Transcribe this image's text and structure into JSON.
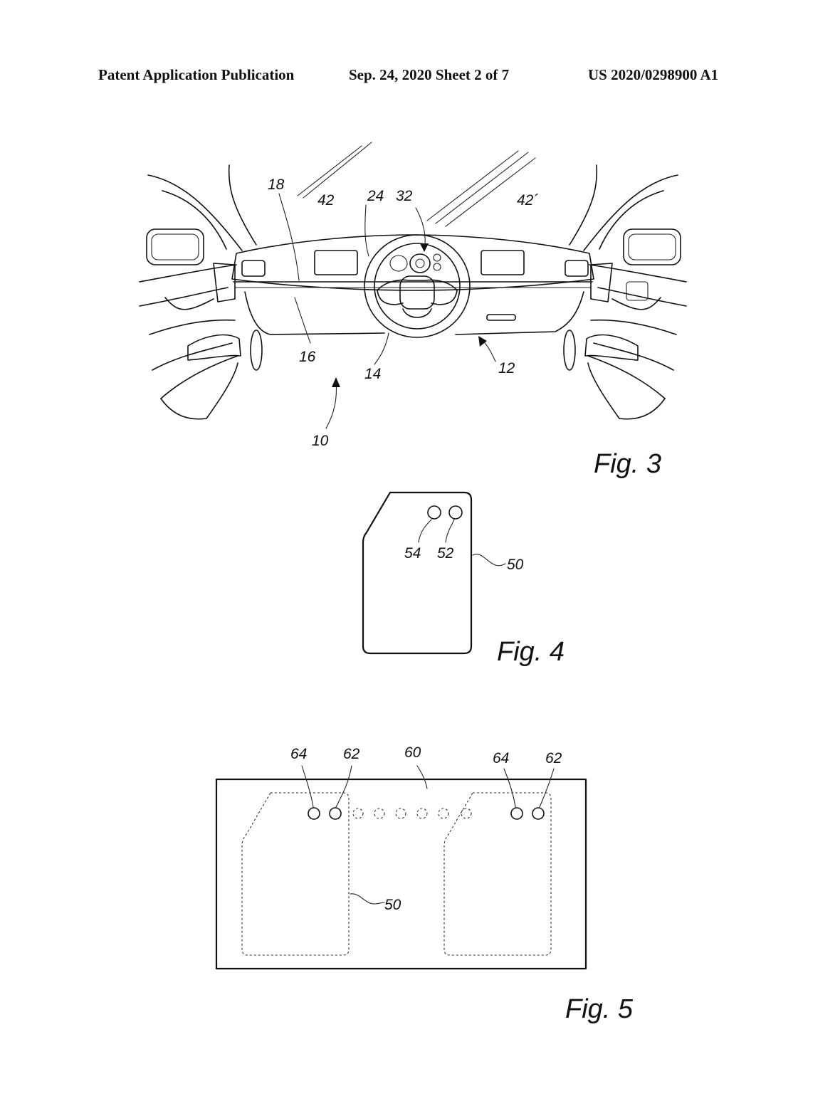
{
  "header": {
    "left": "Patent Application Publication",
    "middle": "Sep. 24, 2020   Sheet 2 of 7",
    "right": "US 2020/0298900 A1"
  },
  "fig3": {
    "label": "Fig. 3",
    "refs": {
      "r18": "18",
      "r42": "42",
      "r24": "24",
      "r32": "32",
      "r42p": "42´",
      "r16": "16",
      "r14": "14",
      "r12": "12",
      "r10": "10"
    }
  },
  "fig4": {
    "label": "Fig. 4",
    "refs": {
      "r54": "54",
      "r52": "52",
      "r50": "50"
    }
  },
  "fig5": {
    "label": "Fig. 5",
    "refs": {
      "r64a": "64",
      "r62a": "62",
      "r60": "60",
      "r64b": "64",
      "r62b": "62",
      "r50": "50"
    }
  }
}
